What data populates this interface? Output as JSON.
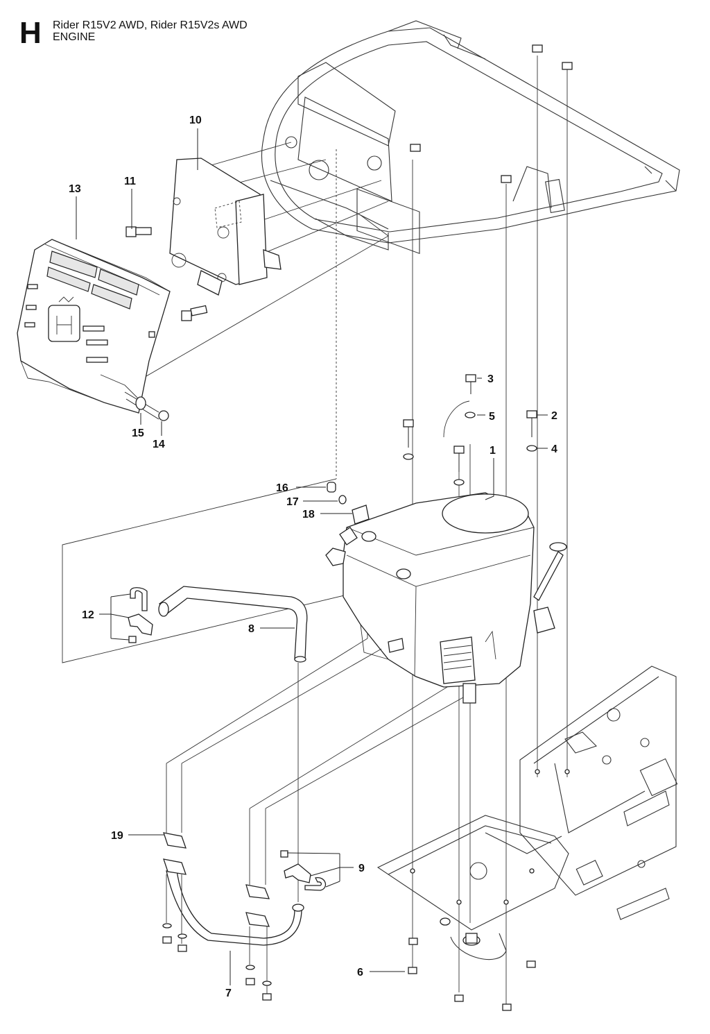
{
  "header": {
    "section_letter": "H",
    "title": "Rider R15V2 AWD, Rider R15V2s AWD",
    "subtitle": "ENGINE"
  },
  "callouts": [
    "1",
    "2",
    "3",
    "4",
    "5",
    "6",
    "7",
    "8",
    "9",
    "10",
    "11",
    "12",
    "13",
    "14",
    "15",
    "16",
    "17",
    "18",
    "19"
  ],
  "icons": [
    "husqvarna-crown-logo"
  ],
  "colors": {
    "line": "#222222",
    "background": "#ffffff",
    "fill": "#e6e6e6"
  }
}
